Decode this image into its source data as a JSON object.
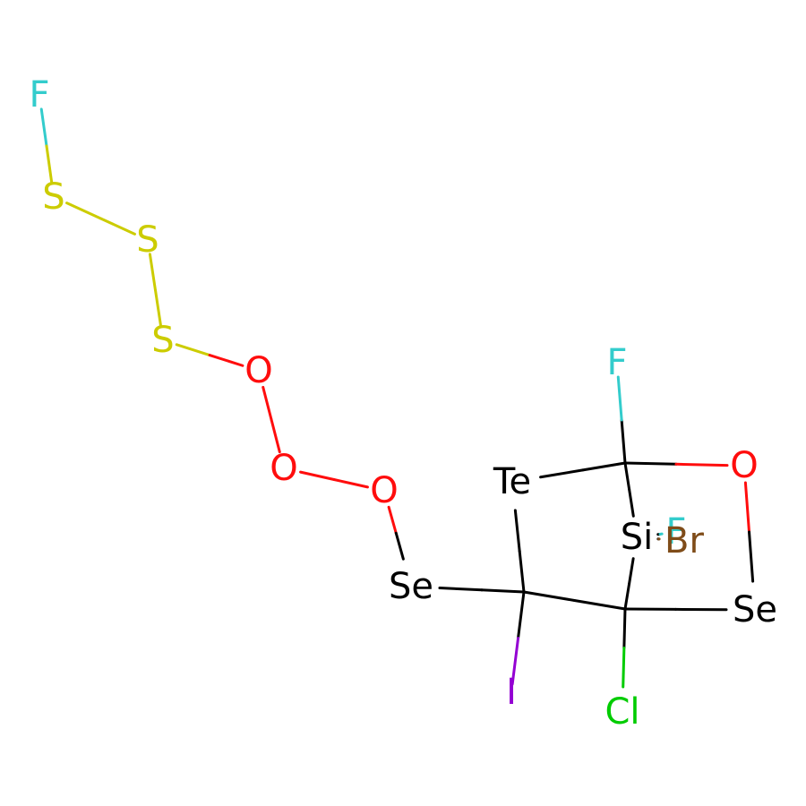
{
  "colors": {
    "F": "#33CCCC",
    "S": "#CCCC00",
    "O": "#FF0D0D",
    "Se": "#000000",
    "Te": "#000000",
    "Si": "#000000",
    "Br": "#7F4C19",
    "I": "#9400D3",
    "Cl": "#00CC00",
    "C": "#000000",
    "background": "#FFFFFF"
  },
  "atoms": [
    {
      "id": "f1",
      "symbol": "F",
      "label": "F"
    },
    {
      "id": "s1",
      "symbol": "S",
      "label": "S"
    },
    {
      "id": "s2",
      "symbol": "S",
      "label": "S"
    },
    {
      "id": "s3",
      "symbol": "S",
      "label": "S"
    },
    {
      "id": "o1",
      "symbol": "O",
      "label": "O"
    },
    {
      "id": "o2",
      "symbol": "O",
      "label": "O"
    },
    {
      "id": "o3",
      "symbol": "O",
      "label": "O"
    },
    {
      "id": "se1",
      "symbol": "Se",
      "label": "Se"
    },
    {
      "id": "c1",
      "symbol": "C",
      "label": ""
    },
    {
      "id": "te1",
      "symbol": "Te",
      "label": "Te"
    },
    {
      "id": "c2",
      "symbol": "C",
      "label": ""
    },
    {
      "id": "f2",
      "symbol": "F",
      "label": "F"
    },
    {
      "id": "o4",
      "symbol": "O",
      "label": "O"
    },
    {
      "id": "se2",
      "symbol": "Se",
      "label": "Se"
    },
    {
      "id": "c3",
      "symbol": "C",
      "label": ""
    },
    {
      "id": "cl1",
      "symbol": "Cl",
      "label": "Cl"
    },
    {
      "id": "i1",
      "symbol": "I",
      "label": "I"
    },
    {
      "id": "si1",
      "symbol": "Si",
      "label": "Si"
    },
    {
      "id": "f3",
      "symbol": "F",
      "label": "F"
    },
    {
      "id": "br1",
      "symbol": "Br",
      "label": "Br"
    }
  ],
  "bonds": [
    {
      "a": "f1",
      "b": "s1"
    },
    {
      "a": "s1",
      "b": "s2"
    },
    {
      "a": "s2",
      "b": "s3"
    },
    {
      "a": "s3",
      "b": "o1"
    },
    {
      "a": "o1",
      "b": "o2"
    },
    {
      "a": "o2",
      "b": "o3"
    },
    {
      "a": "o3",
      "b": "se1"
    },
    {
      "a": "se1",
      "b": "c1"
    },
    {
      "a": "c1",
      "b": "te1"
    },
    {
      "a": "te1",
      "b": "c2"
    },
    {
      "a": "c2",
      "b": "f2"
    },
    {
      "a": "c2",
      "b": "o4"
    },
    {
      "a": "o4",
      "b": "se2"
    },
    {
      "a": "se2",
      "b": "c3"
    },
    {
      "a": "c3",
      "b": "cl1"
    },
    {
      "a": "c3",
      "b": "c1"
    },
    {
      "a": "c1",
      "b": "i1"
    },
    {
      "a": "c2",
      "b": "si1"
    },
    {
      "a": "si1",
      "b": "c3"
    },
    {
      "a": "si1",
      "b": "f3"
    },
    {
      "a": "si1",
      "b": "br1"
    }
  ]
}
